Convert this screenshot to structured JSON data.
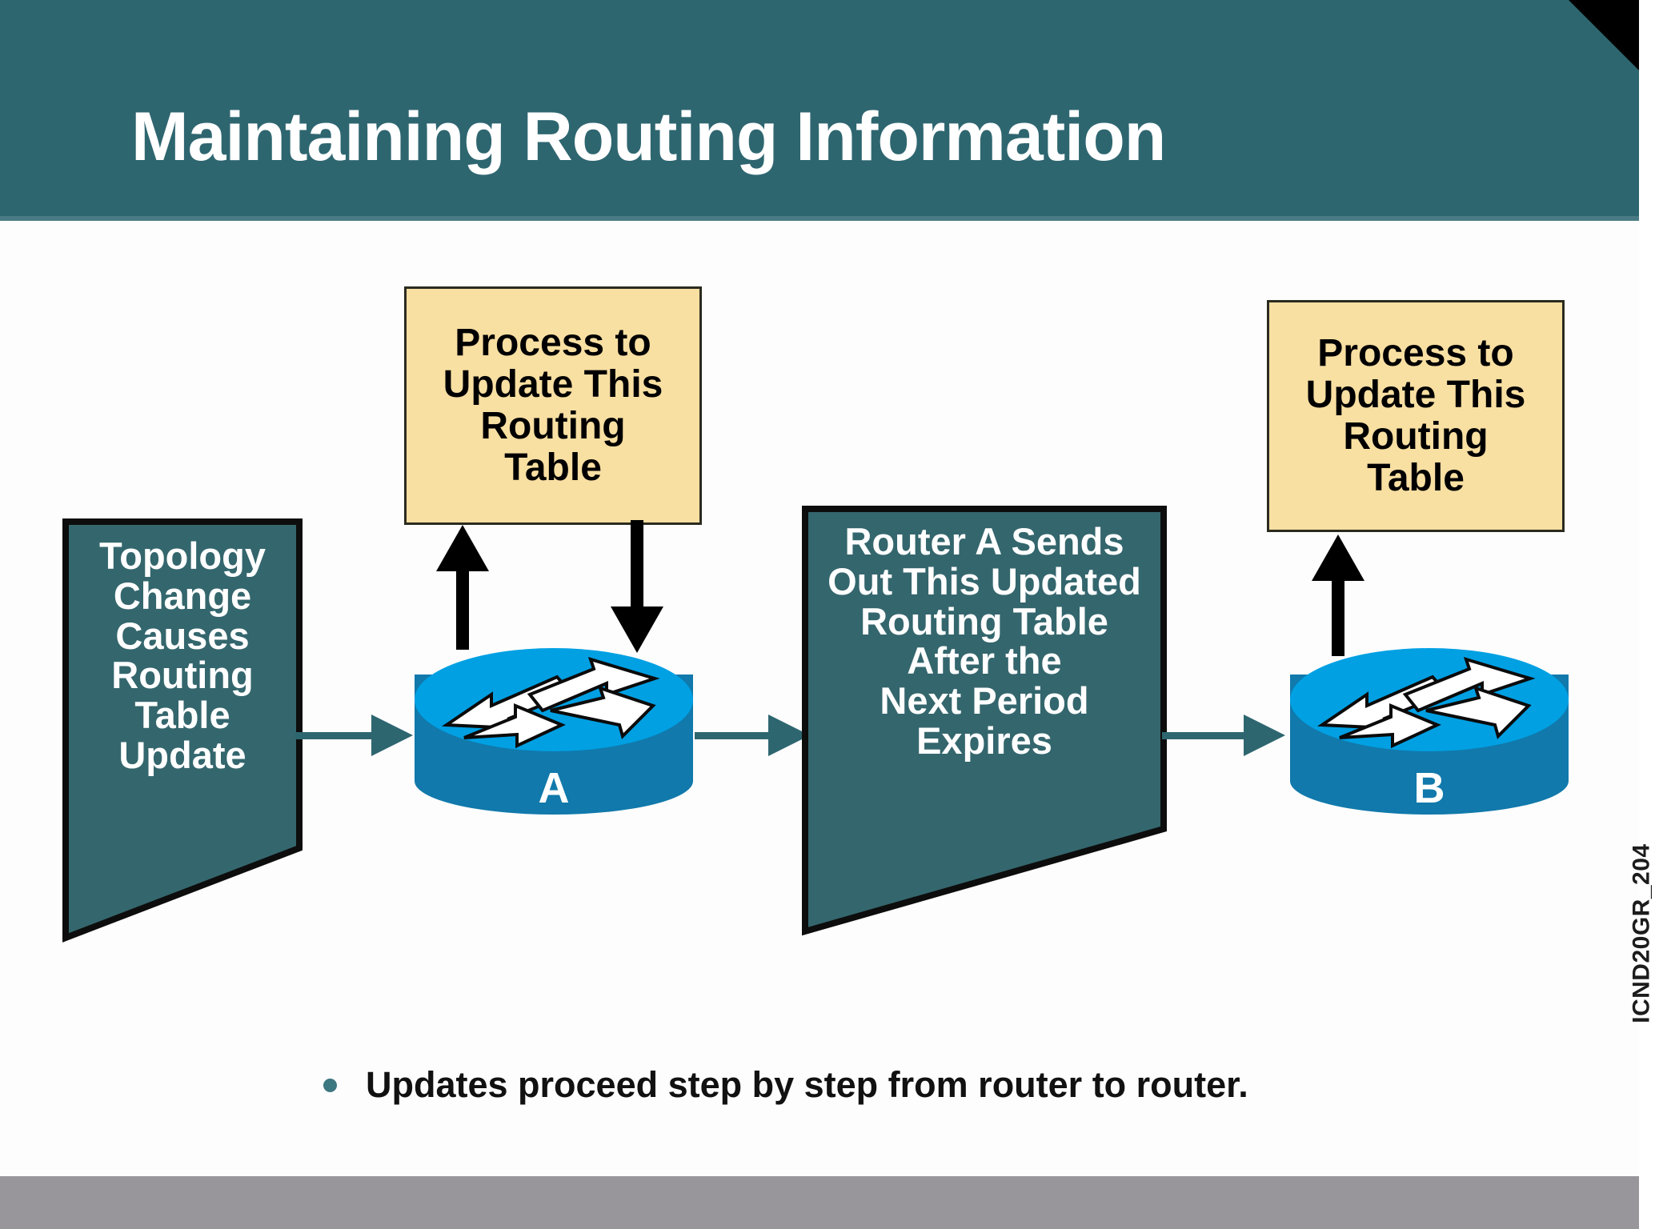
{
  "slide": {
    "title": "Maintaining Routing Information",
    "side_code": "ICND20GR_204",
    "bullet": "Updates proceed step by step from router to router.",
    "colors": {
      "header_band": "#2e6670",
      "header_corner": "#000000",
      "trapezoid_fill": "#34666d",
      "callout_fill": "#f8dfa2",
      "router_top": "#00a0e3",
      "router_body": "#1179ab",
      "connector": "#2e6670",
      "arrow": "#000000",
      "footer": "#98969b",
      "bullet_dot": "#3d7780"
    }
  },
  "diagram": {
    "callout_a": {
      "lines": [
        "Process to",
        "Update This",
        "Routing",
        "Table"
      ],
      "text": "Process to Update This Routing Table"
    },
    "callout_b": {
      "lines": [
        "Process to",
        "Update This",
        "Routing",
        "Table"
      ],
      "text": "Process to Update This Routing Table"
    },
    "note_left": {
      "lines": [
        "Topology",
        "Change",
        "Causes",
        "Routing",
        "Table",
        "Update"
      ],
      "text": "Topology Change Causes Routing Table Update"
    },
    "note_middle": {
      "lines": [
        "Router A Sends",
        "Out This Updated",
        "Routing Table",
        "After the",
        "Next Period",
        "Expires"
      ],
      "text": "Router A Sends Out This Updated Routing Table After the Next Period Expires"
    },
    "router_a": {
      "label": "A"
    },
    "router_b": {
      "label": "B"
    }
  }
}
